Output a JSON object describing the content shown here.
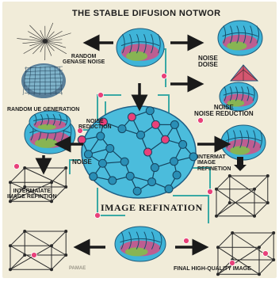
{
  "diagram": {
    "title": "THE STABLE DIFUSION NOTWOR",
    "labels": {
      "random_noise": "RANDOM\nGENASE NOISE",
      "noise_right": "NOISE\nDOISE",
      "random_generation": "RANDOM UE GENERATION",
      "noise_reduction_right": "NOISE\nNOISE REDUCTION",
      "noise_reduction_center": "NOISE\nREDUCTION",
      "noise_left": "NOISE",
      "intermat_refinement": "INTERMAT\nIMAGE\nREFINETION",
      "intermediate_refinement": "INTERMAIATE\nIMAGE REFINTION",
      "image_refination": "IMAGE REFINATION",
      "final_image": "FINAL HIGH-QUALITY IMAGE",
      "faint_caption": "PAMAE"
    }
  },
  "colors": {
    "background": "#f1ecd9",
    "brain_blue": "#3fb4d8",
    "brain_teal": "#2f9fa8",
    "brain_pink": "#e8417a",
    "brain_green": "#7ac943",
    "arrow": "#1a1a1a",
    "connector": "#3aa9a4"
  },
  "icons": [
    "radial-network-icon",
    "brain-icon",
    "layered-brain-icon",
    "wireframe-cube-icon",
    "central-neural-brain-icon",
    "pink-node-icon",
    "arrow-icon",
    "peak-graph-icon"
  ]
}
